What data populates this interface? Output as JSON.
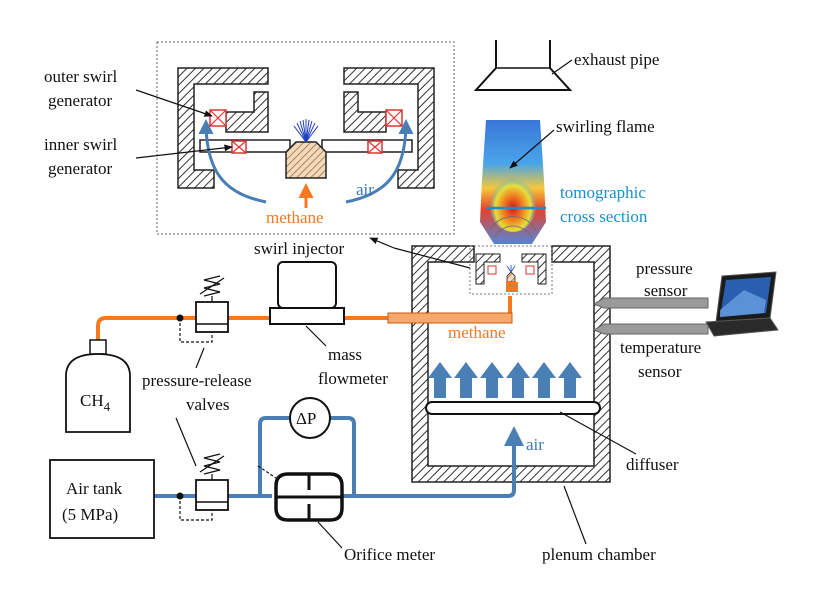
{
  "colors": {
    "methane": "#f47920",
    "air": "#4a7fb5",
    "cross_section": "#1a8fd0",
    "swirl_box": "#e23232"
  },
  "labels": {
    "outer_swirl_1": "outer swirl",
    "outer_swirl_2": "generator",
    "inner_swirl_1": "inner swirl",
    "inner_swirl_2": "generator",
    "air_inset": "air",
    "methane_inset": "methane",
    "exhaust_pipe": "exhaust pipe",
    "swirling_flame": "swirling flame",
    "tomographic_1": "tomographic",
    "tomographic_2": "cross section",
    "swirl_injector": "swirl injector",
    "pressure_sensor_1": "pressure",
    "pressure_sensor_2": "sensor",
    "methane_chamber": "methane",
    "temperature_sensor_1": "temperature",
    "temperature_sensor_2": "sensor",
    "mass_flowmeter_1": "mass",
    "mass_flowmeter_2": "flowmeter",
    "ch4_main": "CH",
    "ch4_sub": "4",
    "pressure_release_1": "pressure-release",
    "pressure_release_2": "valves",
    "delta_p": "ΔP",
    "air_chamber": "air",
    "diffuser": "diffuser",
    "air_tank_1": "Air tank",
    "air_tank_2": "(5 MPa)",
    "orifice_meter": "Orifice meter",
    "plenum_chamber": "plenum chamber"
  }
}
